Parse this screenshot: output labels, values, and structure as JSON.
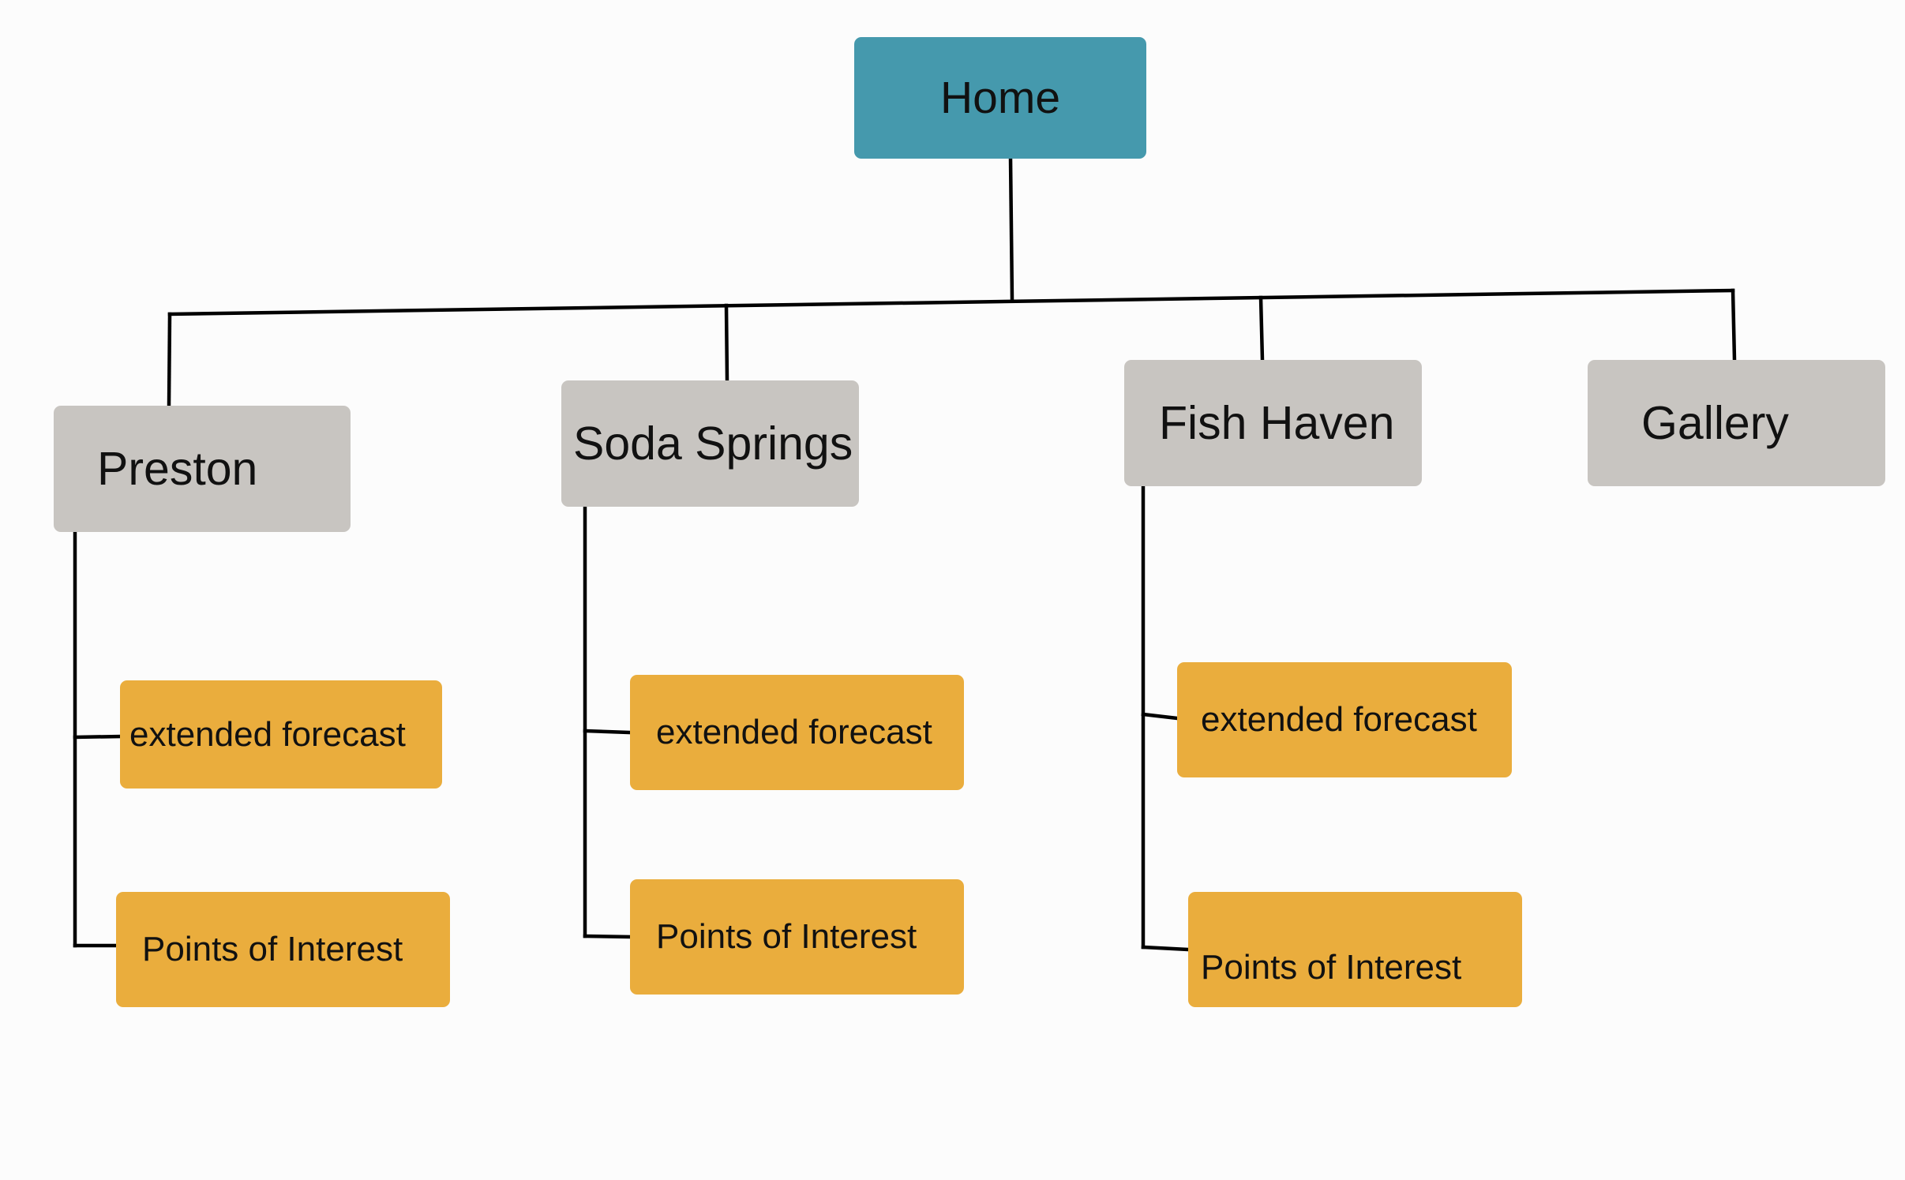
{
  "diagram": {
    "root": {
      "label": "Home",
      "color": "#4599ad"
    },
    "colors": {
      "section": "#c8c5c1",
      "subpage": "#eaad3d",
      "connector": "#000000",
      "background": "#fcfcfc"
    },
    "sections": [
      {
        "label": "Preston",
        "children": [
          {
            "label": "extended forecast"
          },
          {
            "label": "Points of Interest"
          }
        ]
      },
      {
        "label": "Soda Springs",
        "children": [
          {
            "label": "extended forecast"
          },
          {
            "label": "Points of Interest"
          }
        ]
      },
      {
        "label": "Fish Haven",
        "children": [
          {
            "label": "extended forecast"
          },
          {
            "label": "Points of Interest"
          }
        ]
      },
      {
        "label": "Gallery",
        "children": []
      }
    ]
  }
}
